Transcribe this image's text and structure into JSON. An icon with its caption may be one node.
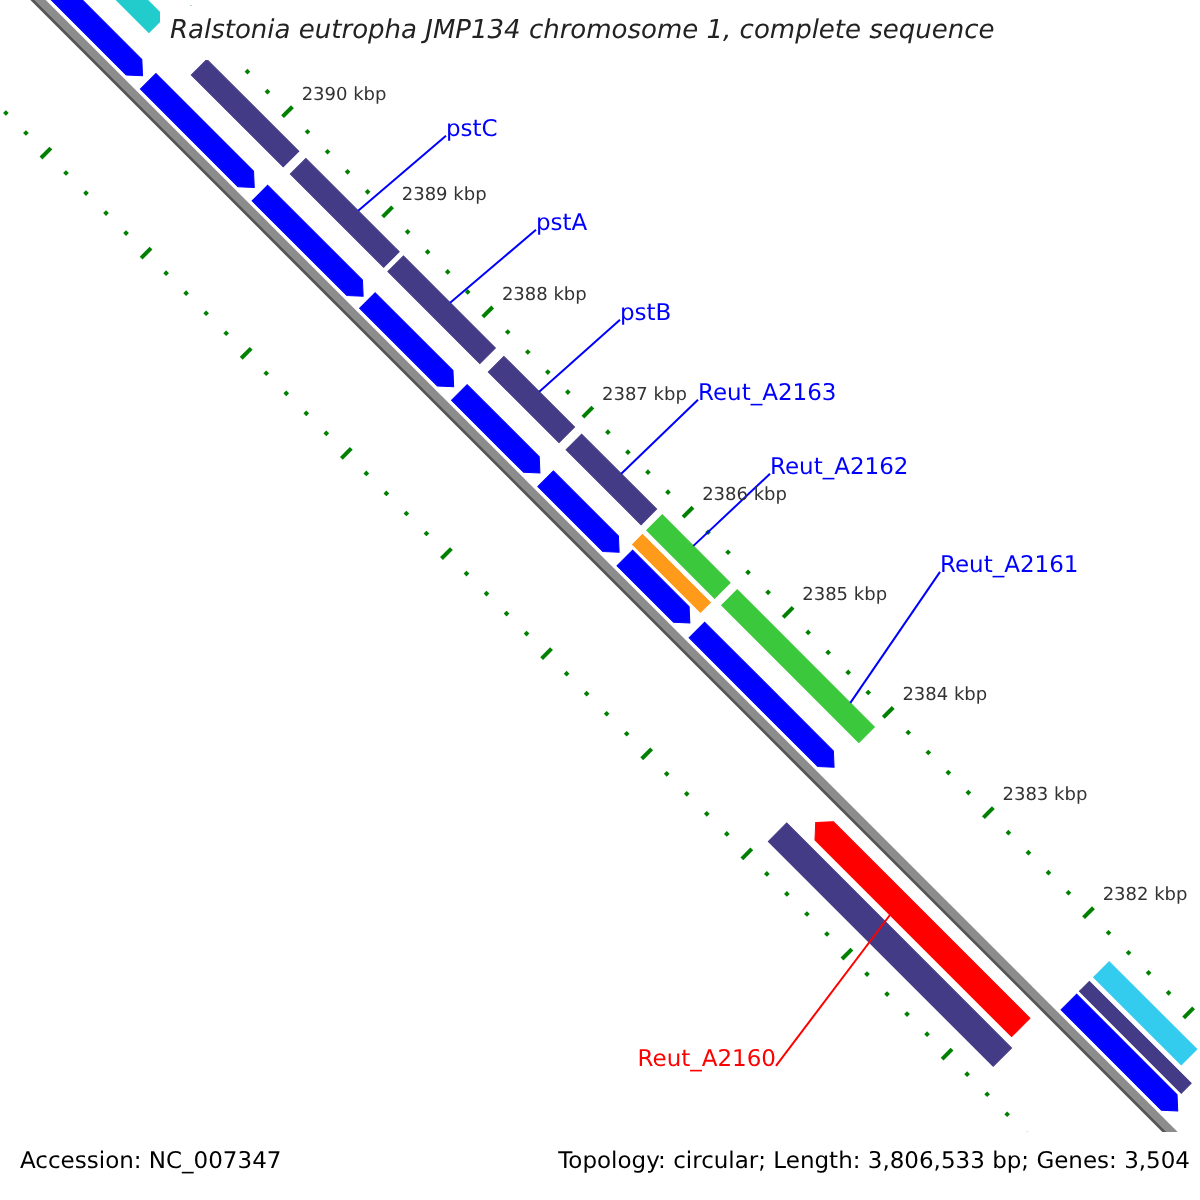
{
  "diagram": {
    "title": "Ralstonia eutropha JMP134 chromosome 1, complete sequence",
    "nodes": [
      {
        "text": [
          "pstC"
        ]
      },
      {
        "text": [
          "pstA"
        ]
      },
      {
        "text": [
          "pstB"
        ]
      },
      {
        "text": [
          "Reut_A2163"
        ]
      },
      {
        "text": [
          "Reut_A2162"
        ]
      },
      {
        "text": [
          "Reut_A2161"
        ]
      },
      {
        "text": [
          "Reut_A2160"
        ]
      },
      {
        "text": [],
        "shape": "arrow"
      },
      {
        "text": [],
        "shape": "bar"
      },
      {
        "text": [],
        "shape": "bar"
      },
      {
        "text": [],
        "shape": "arrow"
      },
      {
        "text": [],
        "shape": "arrow"
      },
      {
        "text": [],
        "shape": "bar"
      },
      {
        "text": [],
        "shape": "bar"
      },
      {
        "text": [],
        "shape": "arrow"
      },
      {
        "text": [],
        "shape": "arrow"
      },
      {
        "text": [],
        "shape": "bar"
      },
      {
        "text": [],
        "shape": "bar"
      },
      {
        "text": [],
        "shape": "arrow"
      },
      {
        "text": [],
        "shape": "bar"
      },
      {
        "text": [],
        "shape": "bar"
      },
      {
        "text": [],
        "shape": "arrow"
      },
      {
        "text": [],
        "shape": "bar"
      },
      {
        "text": [],
        "shape": "arrow"
      },
      {
        "text": [],
        "shape": "bar"
      },
      {
        "text": [],
        "shape": "arrow"
      },
      {
        "text": [],
        "shape": "bar"
      },
      {
        "text": [],
        "shape": "bar"
      },
      {
        "text": [],
        "shape": "arrow"
      }
    ],
    "edges": [
      {
        "from": 0,
        "to": 12,
        "arrow": "none"
      },
      {
        "from": 1,
        "to": 13,
        "arrow": "none"
      },
      {
        "from": 2,
        "to": 16,
        "arrow": "none"
      },
      {
        "from": 3,
        "to": 17,
        "arrow": "none"
      },
      {
        "from": 4,
        "to": 19,
        "arrow": "none"
      },
      {
        "from": 5,
        "to": 22,
        "arrow": "none"
      },
      {
        "from": 6,
        "to": 25,
        "arrow": "none",
        "color": "#ff0000"
      }
    ],
    "labels": [
      "2390 kbp",
      "2389 kbp",
      "2388 kbp",
      "2387 kbp",
      "2386 kbp",
      "2385 kbp",
      "2384 kbp",
      "2383 kbp",
      "2382 kbp",
      "Accession: NC_007347",
      "Topology: circular; Length: 3,806,533 bp; Genes: 3,504"
    ]
  }
}
